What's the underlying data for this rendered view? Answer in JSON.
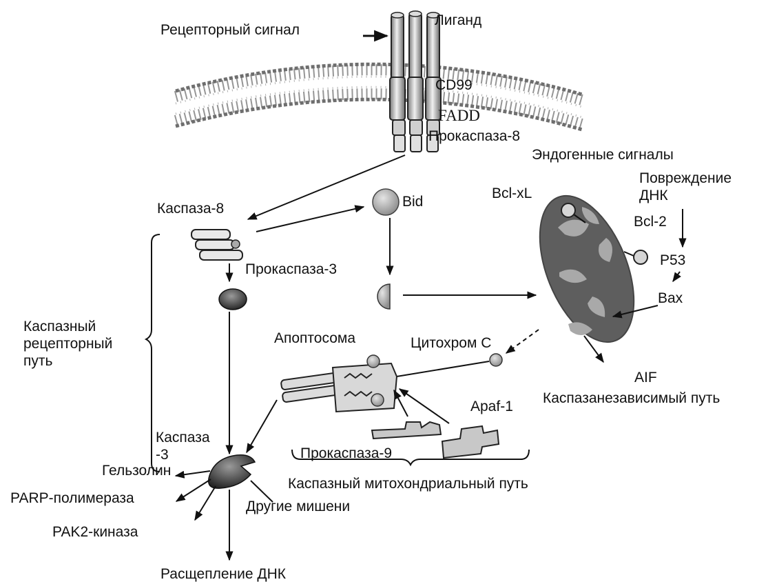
{
  "labels": {
    "receptor_signal": "Рецепторный сигнал",
    "ligand": "Лиганд",
    "cd99": "CD99",
    "fadd": "FADD",
    "procaspase8": "Прокаспаза-8",
    "endogenous_signals": "Эндогенные сигналы",
    "dna_damage": "Повреждение\nДНК",
    "caspase8": "Каспаза-8",
    "bid": "Bid",
    "bclxl": "Bcl-xL",
    "bcl2": "Bcl-2",
    "p53": "P53",
    "bax": "Bax",
    "procaspase3": "Прокаспаза-3",
    "caspase_receptor_path": "Каспазный\nрецепторный\nпуть",
    "apoptosome": "Апоптосома",
    "cytochrome_c": "Цитохром С",
    "aif": "AIF",
    "caspase_independent_path": "Каспазанезависимый путь",
    "apaf1": "Apaf-1",
    "caspase3": "Каспаза\n-3",
    "procaspase9": "Прокаспаза-9",
    "gelsolin": "Гельзолин",
    "parp": "PARP-полимераза",
    "pak2": "PAK2-киназа",
    "other_targets": "Другие мишени",
    "caspase_mito_path": "Каспазный митохондриальный путь",
    "dna_cleavage": "Расщепление ДНК"
  },
  "colors": {
    "ink": "#111111",
    "membrane": "#8a8a8a",
    "mitochondrion": "#5e5e5e",
    "mito_light": "#a9a9a9",
    "protein_fill": "#bdbdbd"
  }
}
